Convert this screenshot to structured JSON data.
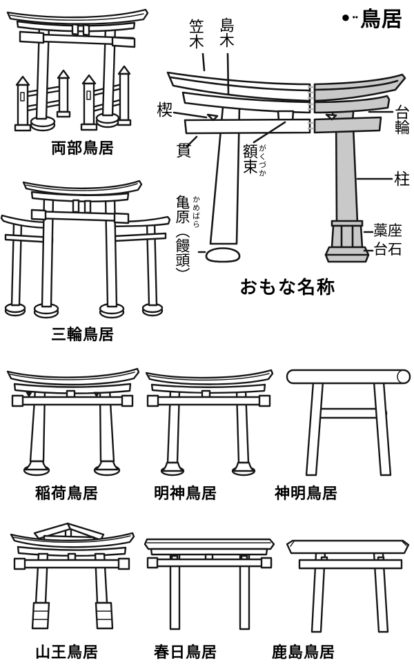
{
  "header": {
    "marker_large": "●",
    "marker_small": "••",
    "title": "鳥居"
  },
  "main_diagram": {
    "caption": "おもな名称",
    "parts": {
      "kasagi": "笠木",
      "shimagi": "島木",
      "kusabi": "楔",
      "nuki": "貫",
      "gakuzuka": "額束",
      "gakuzuka_furigana": "がくづか",
      "kamebara": "亀原（饅頭）",
      "kamebara_furigana": "かめばら",
      "daiwa": "台輪",
      "hashira": "柱",
      "waraza": "藁座",
      "daiishi": "台石"
    }
  },
  "torii_types": [
    {
      "id": "ryobu",
      "label": "両部鳥居"
    },
    {
      "id": "miwa",
      "label": "三輪鳥居"
    },
    {
      "id": "inari",
      "label": "稲荷鳥居"
    },
    {
      "id": "myojin",
      "label": "明神鳥居"
    },
    {
      "id": "shinmei",
      "label": "神明鳥居"
    },
    {
      "id": "sanno",
      "label": "山王鳥居"
    },
    {
      "id": "kasuga",
      "label": "春日鳥居"
    },
    {
      "id": "kashima",
      "label": "鹿島鳥居"
    }
  ],
  "colors": {
    "ink": "#161616",
    "shade": "#c9c9c9",
    "paper": "#ffffff"
  }
}
